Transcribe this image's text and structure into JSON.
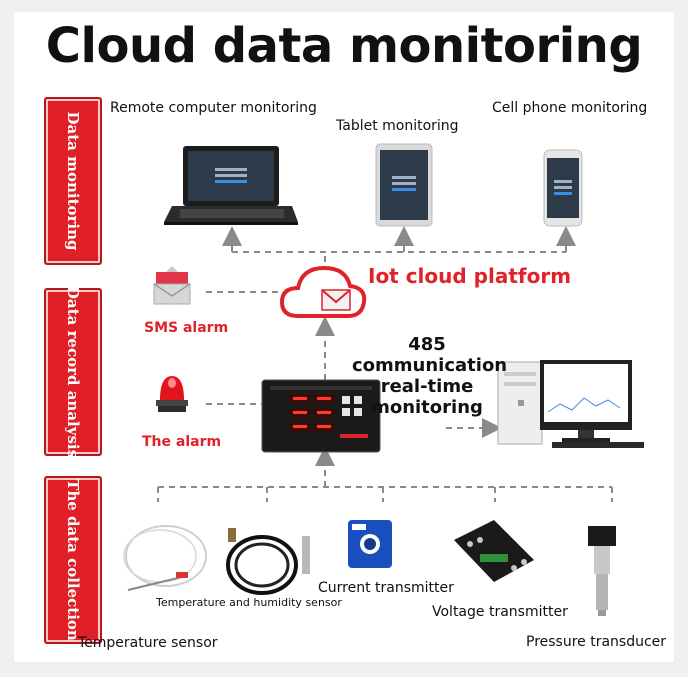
{
  "title": "Cloud data monitoring",
  "sections": {
    "data_monitoring": "Data monitoring",
    "data_record_analysis": "Data record analysis",
    "data_collection": "The data collection"
  },
  "monitoring": {
    "remote_computer": "Remote computer monitoring",
    "tablet": "Tablet monitoring",
    "cell_phone": "Cell phone monitoring"
  },
  "cloud": {
    "platform": "Iot cloud platform",
    "sms_alarm": "SMS alarm",
    "the_alarm": "The alarm"
  },
  "communication": {
    "line1": "485",
    "line2": "communication",
    "line3": "real-time",
    "line4": "monitoring"
  },
  "sensors": {
    "temperature_sensor": "Temperature sensor",
    "temp_humidity_sensor": "Temperature and humidity sensor",
    "current_transmitter": "Current transmitter",
    "voltage_transmitter": "Voltage transmitter",
    "pressure_transducer": "Pressure transducer"
  },
  "colors": {
    "accent": "#e01f26",
    "arrow": "#888888"
  }
}
